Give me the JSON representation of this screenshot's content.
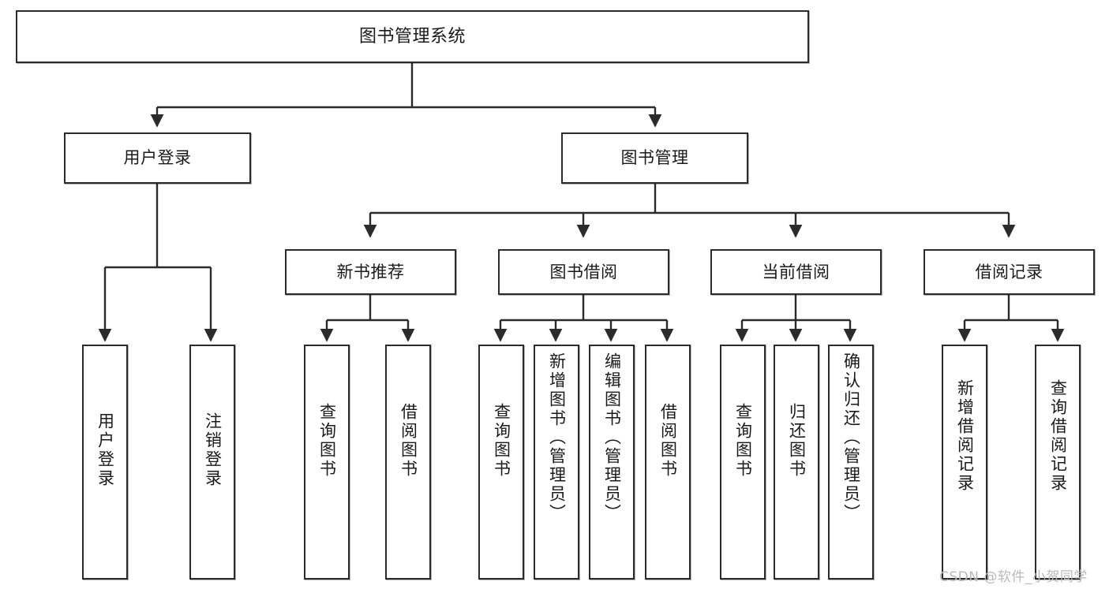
{
  "diagram": {
    "title": "图书管理系统",
    "type": "tree-hierarchy",
    "orientation": "top-down",
    "colors": {
      "node_border": "#2b2b2b",
      "node_fill": "#ffffff",
      "edge": "#2b2b2b",
      "text": "#1a1a1a",
      "watermark": "#b9b9b9",
      "background": "#ffffff"
    },
    "root": {
      "label": "图书管理系统"
    },
    "level2": [
      {
        "label": "用户登录"
      },
      {
        "label": "图书管理"
      }
    ],
    "level3": [
      {
        "label": "新书推荐"
      },
      {
        "label": "图书借阅"
      },
      {
        "label": "当前借阅"
      },
      {
        "label": "借阅记录"
      }
    ],
    "leaves": {
      "user_login": [
        {
          "label": "用户登录"
        },
        {
          "label": "注销登录"
        }
      ],
      "new_book_recommend": [
        {
          "label": "查询图书"
        },
        {
          "label": "借阅图书"
        }
      ],
      "book_borrow": [
        {
          "label": "查询图书"
        },
        {
          "label": "新增图书（管理员）"
        },
        {
          "label": "编辑图书（管理员）"
        },
        {
          "label": "借阅图书"
        }
      ],
      "current_borrow": [
        {
          "label": "查询图书"
        },
        {
          "label": "归还图书"
        },
        {
          "label": "确认归还（管理员）"
        }
      ],
      "borrow_record": [
        {
          "label": "新增借阅记录"
        },
        {
          "label": "查询借阅记录"
        }
      ]
    }
  },
  "watermark": {
    "text": "CSDN @软件_小贺同学"
  }
}
